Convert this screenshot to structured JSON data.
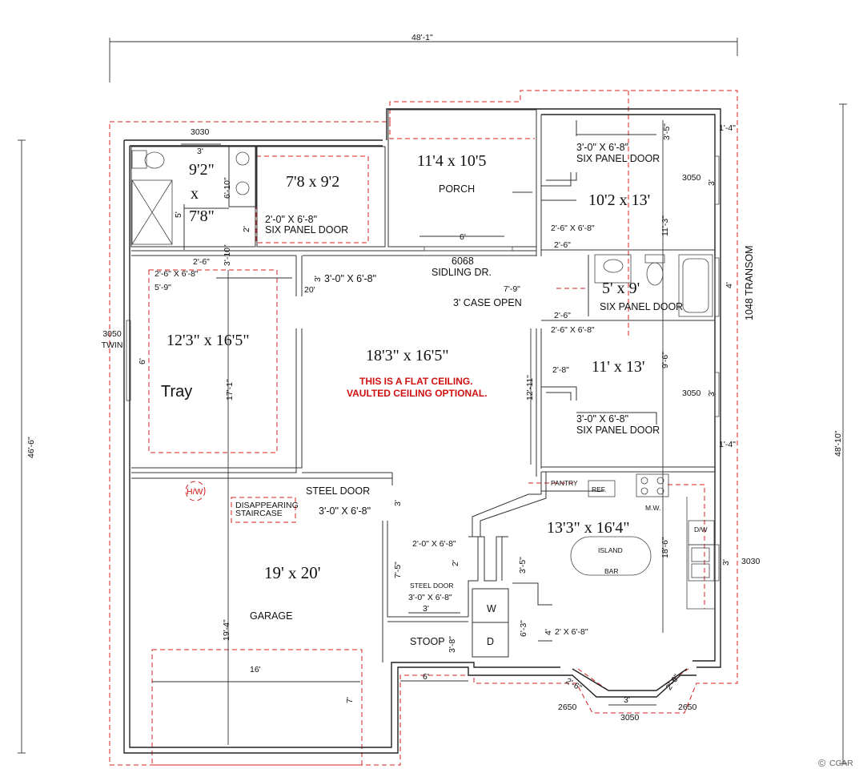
{
  "overall": {
    "width": "48'-1\"",
    "depth_left": "46'-6\"",
    "depth_right": "48'-10\""
  },
  "windows": {
    "top_bath": "3030",
    "left_twin_1": "3050",
    "left_twin_2": "TWIN",
    "bed2": "3050",
    "bed3": "3050",
    "transom": "1048 TRANSOM",
    "kitchen": "3030",
    "bay_left": "2650",
    "bay_center": "3050",
    "bay_right": "2650"
  },
  "rooms": {
    "master_bath": {
      "dim_a": "9'2\"",
      "dim_x": "x",
      "dim_b": "7'8\""
    },
    "closet": {
      "dim": "7'8 x 9'2"
    },
    "porch": {
      "dim": "11'4 x 10'5",
      "name": "PORCH",
      "opening": "6'"
    },
    "bedroom2": {
      "dim": "10'2 x 13'"
    },
    "bath2": {
      "dim": "5' x 9'",
      "door": "SIX PANEL DOOR"
    },
    "master_bed": {
      "dim": "12'3\" x 16'5\"",
      "ceiling": "Tray"
    },
    "great_room": {
      "dim": "18'3\" x 16'5\"",
      "note1": "THIS IS  A FLAT CEILING.",
      "note2": "VAULTED CEILING OPTIONAL."
    },
    "bedroom3": {
      "dim": "11' x 13'"
    },
    "garage": {
      "dim": "19' x 20'",
      "name": "GARAGE",
      "door_width": "16'",
      "door_depth": "7'"
    },
    "kitchen": {
      "dim": "13'3\" x 16'4\"",
      "island": "ISLAND",
      "bar": "BAR",
      "pantry": "PANTRY",
      "ref": "REF.",
      "mw": "M.W.",
      "dw": "D/W"
    },
    "laundry": {
      "washer": "W",
      "dryer": "D"
    },
    "stoop": {
      "name": "STOOP",
      "dim_w": "6'",
      "dim_h": "3'-8\""
    }
  },
  "doors": {
    "bed2_door": "3'-0\" X 6'-8\"",
    "bed2_door_type": "SIX PANEL DOOR",
    "closet_door": "2'-0\" X 6'-8\"",
    "closet_door_type": "SIX PANEL DOOR",
    "bed2_closet": "2'-6\" X 6'-8\"",
    "sliding": "6068",
    "sliding_type": "SIDLING DR.",
    "master_door": "2'-6\" X 6'-8\"",
    "great_door": "3'-0\" X 6'-8\"",
    "case_open": "3'  CASE  OPEN",
    "bed3_closet": "2'-6\" X 6'-8\"",
    "bed3_door": "3'-0\" X 6'-8\"",
    "bed3_door_type": "SIX PANEL DOOR",
    "steel_door": "STEEL DOOR",
    "steel_door_size": "3'-0\" X 6'-8\"",
    "stair": "DISAPPEARING",
    "stair2": "STAIRCASE",
    "pantry_door": "2'-0\" X 6'-8\"",
    "steel_door2": "STEEL DOOR",
    "steel_door2_size": "3'-0\" X 6'-8\"",
    "laundry_door": "2' X 6'-8\""
  },
  "dims": {
    "d_3": "3'",
    "d_5": "5'",
    "d_6_10": "6'-10\"",
    "d_2": "2'",
    "d_3_10": "3'-10\"",
    "d_2_6a": "2'-6\"",
    "d_5_9": "5'-9\"",
    "d_3b": "3'",
    "d_20": "20'",
    "d_6": "6'",
    "d_17_1": "17'-1\"",
    "d_3_5": "3'-5\"",
    "d_1_4a": "1'-4\"",
    "d_3c": "3'",
    "d_11_3": "11'-3\"",
    "d_2_6b": "2'-6\"",
    "d_7_9": "7'-9\"",
    "d_4": "4'",
    "d_2_6c": "2'-6\"",
    "d_12_11": "12'-11\"",
    "d_2_8": "2'-8\"",
    "d_9_6": "9'-6\"",
    "d_3d": "3'",
    "d_1_4b": "1'-4\"",
    "d_3e": "3'",
    "d_7_5": "7'-5\"",
    "d_2b": "2'",
    "d_3f": "3'",
    "d_3_5b": "3'-5\"",
    "d_6_3": "6'-3\"",
    "d_4b": "4'",
    "d_18_6": "18'-6\"",
    "d_3g": "3'",
    "d_19_4": "19'-4\"",
    "d_2_6d": "2'-6\"",
    "d_3h": "3'",
    "d_2_6e": "2'-6\""
  },
  "equipment": {
    "hw": "H/W"
  },
  "footer": {
    "copyright_symbol": "©",
    "mark": "CCAR"
  },
  "colors": {
    "wall": "#222222",
    "dashed": "#d42020",
    "note": "#d01010"
  }
}
